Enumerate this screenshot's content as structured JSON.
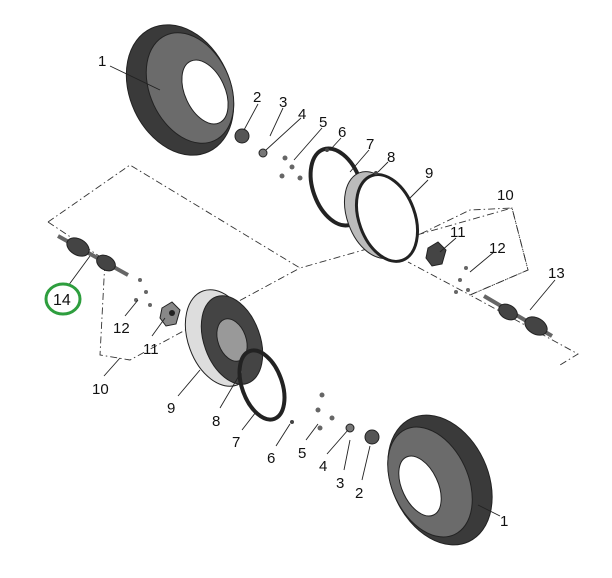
{
  "diagram": {
    "title": "Wheel and drive shaft exploded view",
    "highlight_color": "#2e9e3e",
    "highlighted_part": "14",
    "callouts_top": [
      "1",
      "2",
      "3",
      "4",
      "5",
      "6",
      "7",
      "8",
      "9",
      "10",
      "11",
      "12",
      "13"
    ],
    "callouts_bottom": [
      "14",
      "12",
      "11",
      "10",
      "9",
      "8",
      "7",
      "6",
      "5",
      "4",
      "3",
      "2",
      "1"
    ]
  }
}
